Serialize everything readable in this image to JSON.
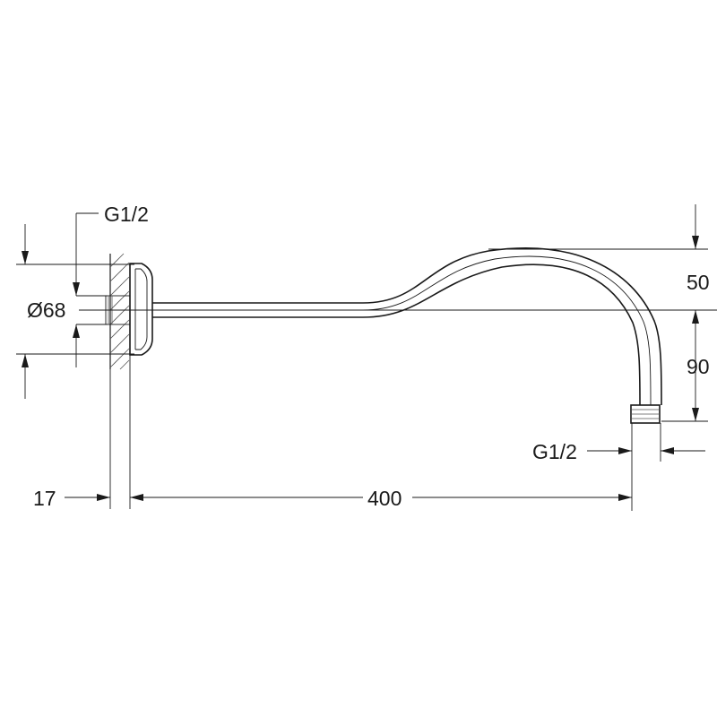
{
  "dimensions": {
    "top_thread": "G1/2",
    "flange_diameter": "Ø68",
    "rise": "50",
    "drop": "90",
    "outlet_thread": "G1/2",
    "wall_depth": "17",
    "projection": "400"
  }
}
